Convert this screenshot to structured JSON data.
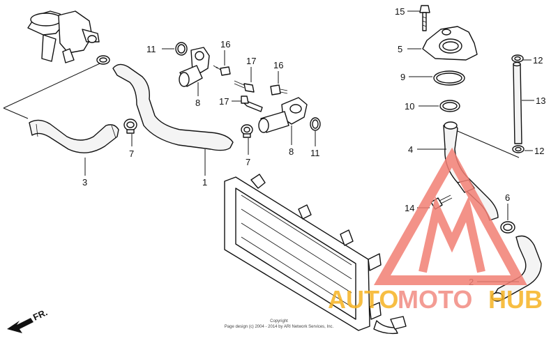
{
  "callouts": [
    {
      "id": "c15",
      "text": "15"
    },
    {
      "id": "c5",
      "text": "5"
    },
    {
      "id": "c12a",
      "text": "12"
    },
    {
      "id": "c9",
      "text": "9"
    },
    {
      "id": "c13",
      "text": "13"
    },
    {
      "id": "c10",
      "text": "10"
    },
    {
      "id": "c4",
      "text": "4"
    },
    {
      "id": "c12b",
      "text": "12"
    },
    {
      "id": "c6",
      "text": "6"
    },
    {
      "id": "c14",
      "text": "14"
    },
    {
      "id": "c2",
      "text": "2"
    },
    {
      "id": "c11a",
      "text": "11"
    },
    {
      "id": "c16a",
      "text": "16"
    },
    {
      "id": "c17a",
      "text": "17"
    },
    {
      "id": "c16b",
      "text": "16"
    },
    {
      "id": "c17b",
      "text": "17"
    },
    {
      "id": "c8a",
      "text": "8"
    },
    {
      "id": "c8b",
      "text": "8"
    },
    {
      "id": "c11b",
      "text": "11"
    },
    {
      "id": "c7a",
      "text": "7"
    },
    {
      "id": "c7b",
      "text": "7"
    },
    {
      "id": "c1",
      "text": "1"
    },
    {
      "id": "c3",
      "text": "3"
    }
  ],
  "front_arrow": "FR.",
  "copyright": {
    "line1": "Copyright",
    "line2": "Page design (c) 2004 - 2014 by ARI Network Services, Inc."
  },
  "watermark": {
    "part1": "AUTO",
    "part2": "MOTO",
    "part3": "HUB",
    "colors": {
      "auto": "#f6b323",
      "moto": "#f28b82",
      "hub": "#f6b323",
      "triangle": "#f27f74"
    }
  }
}
